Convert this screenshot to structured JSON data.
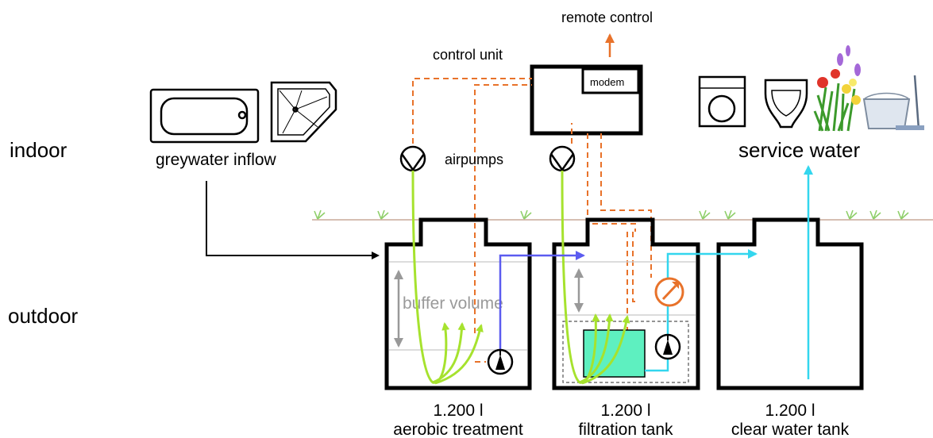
{
  "labels": {
    "indoor": "indoor",
    "outdoor": "outdoor",
    "greywater_inflow": "greywater inflow",
    "airpumps": "airpumps",
    "control_unit": "control unit",
    "modem": "modem",
    "remote_control": "remote control",
    "service_water": "service water",
    "buffer_volume": "buffer volume"
  },
  "tanks": [
    {
      "volume": "1.200 l",
      "name": "aerobic treatment"
    },
    {
      "volume": "1.200 l",
      "name": "filtration tank"
    },
    {
      "volume": "1.200 l",
      "name": "clear water tank"
    }
  ],
  "icons": {
    "bathtub": "bathtub-icon",
    "shower": "shower-icon",
    "airpump": "airpump-icon",
    "washing_machine": "washing-machine-icon",
    "toilet": "toilet-icon",
    "flowers": "flowers-icon",
    "bucket": "bucket-icon",
    "water_pump": "water-pump-icon",
    "pressure_gauge": "pressure-gauge-icon",
    "filter_membrane": "filter-membrane"
  },
  "colors": {
    "air_line": "#a6e22e",
    "control_line": "#e8722a",
    "water_flow": "#5b5bf0",
    "clear_water": "#33d6ee",
    "filter_membrane": "#5ef0c0",
    "grid_line": "#d0d0d0",
    "ground": "#c8a898"
  }
}
